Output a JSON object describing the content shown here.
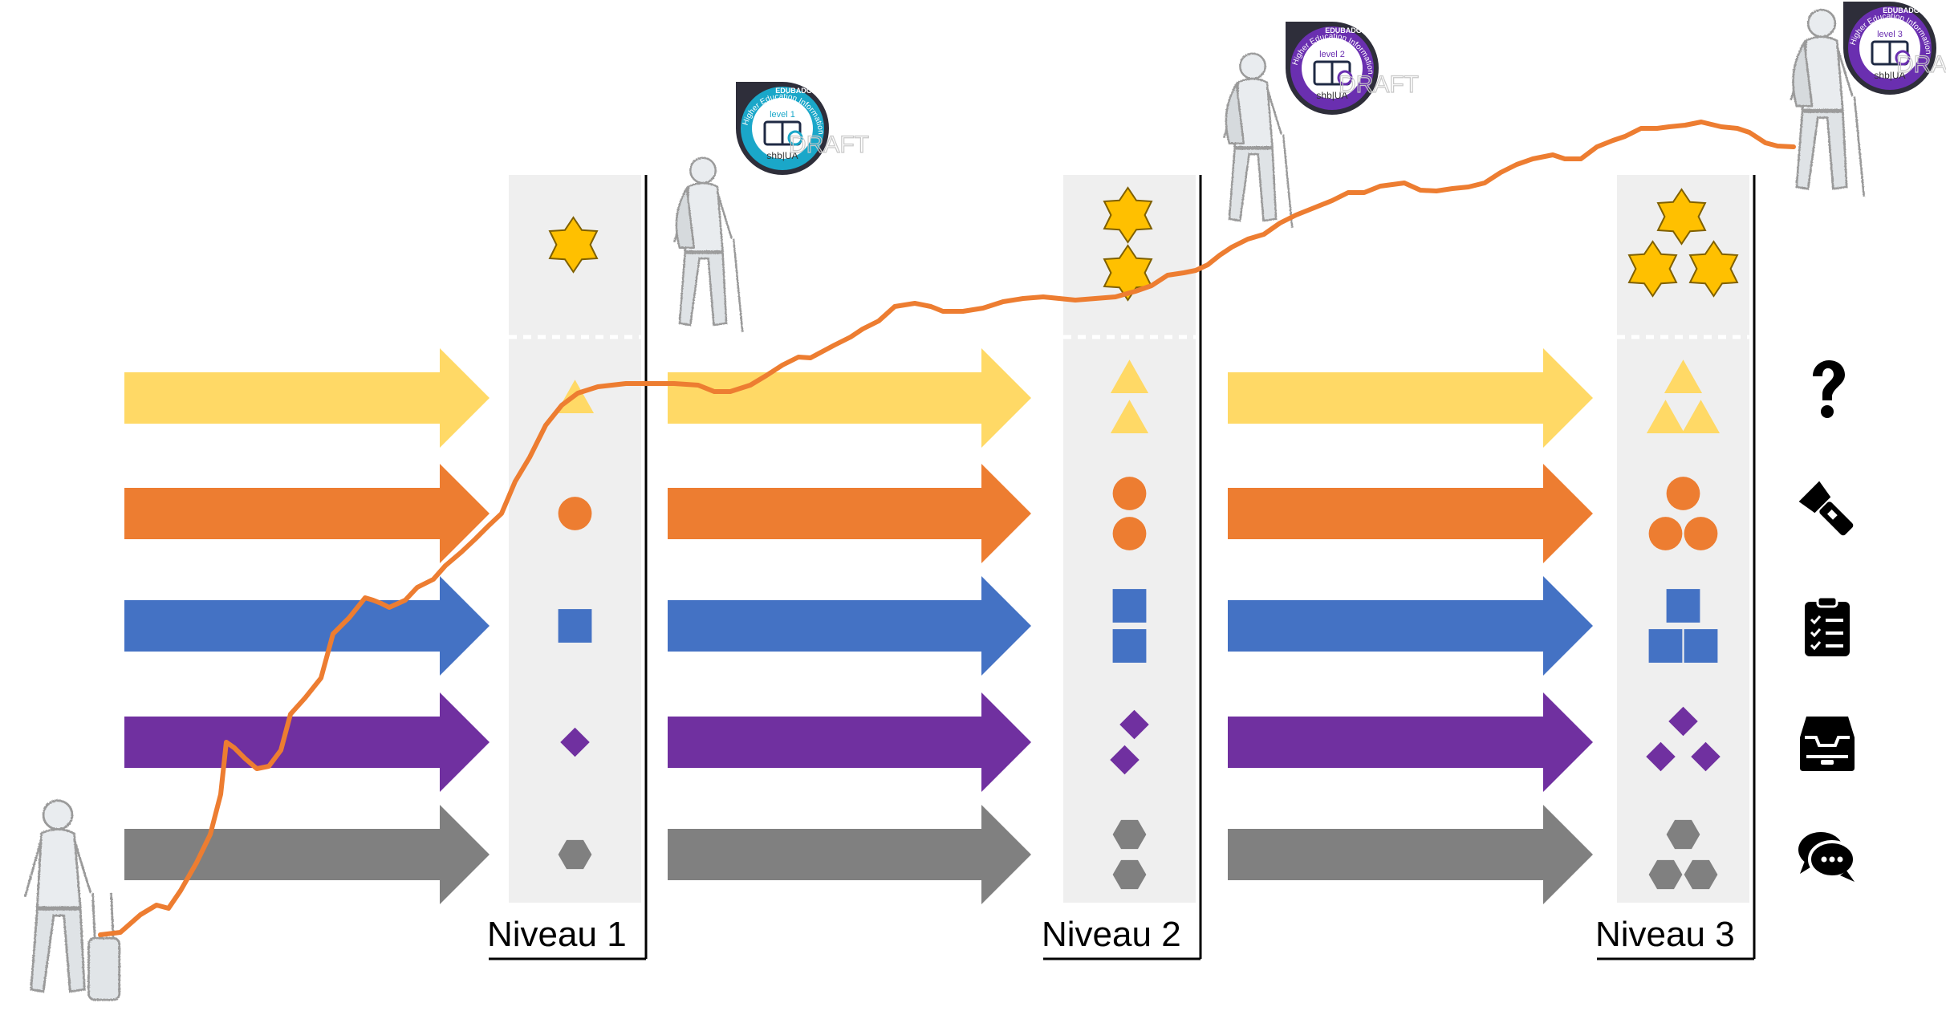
{
  "levels": [
    {
      "label": "Niveau 1",
      "stars": 1,
      "shapes_per_row": 1,
      "badge": {
        "level_text": "level 1",
        "ring_color": "#1aa7c9",
        "org_text": "EDUBADGES",
        "footer_text": "shb|UA"
      }
    },
    {
      "label": "Niveau 2",
      "stars": 2,
      "shapes_per_row": 2,
      "badge": {
        "level_text": "level 2",
        "ring_color": "#6a2fb0",
        "org_text": "EDUBADGES",
        "footer_text": "shb|UA"
      }
    },
    {
      "label": "Niveau 3",
      "stars": 3,
      "shapes_per_row": 3,
      "badge": {
        "level_text": "level 3",
        "ring_color": "#6a2fb0",
        "org_text": "EDUBADGES",
        "footer_text": "shb|UA"
      }
    }
  ],
  "badge_ribbon_text": "Higher Education Information Literacy",
  "watermark": "DRAFT",
  "rows": [
    {
      "color": "#FFD966",
      "shape": "triangle",
      "icon": "question-mark-icon"
    },
    {
      "color": "#ED7D31",
      "shape": "circle",
      "icon": "flashlight-icon"
    },
    {
      "color": "#4472C4",
      "shape": "square",
      "icon": "clipboard-checklist-icon"
    },
    {
      "color": "#7030A0",
      "shape": "diamond",
      "icon": "archive-drawer-icon"
    },
    {
      "color": "#808080",
      "shape": "hexagon",
      "icon": "chat-bubbles-icon"
    }
  ],
  "colors": {
    "star": "#FFC000",
    "star_outline": "#7F6000",
    "progress_line": "#ED7D31",
    "column_bg": "#EFEFEF"
  }
}
